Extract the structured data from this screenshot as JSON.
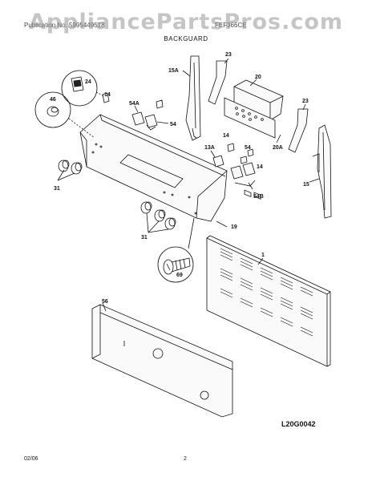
{
  "header": {
    "publication": "Publication No. 5995449518",
    "model": "FEF366CE",
    "watermark": "AppliancePartsPros.com"
  },
  "section_title": "BACKGUARD",
  "diagram_code": "L20G0042",
  "footer": {
    "date": "02/06",
    "page": "2"
  },
  "callouts": [
    "24",
    "14",
    "46",
    "54A",
    "54",
    "15A",
    "23",
    "20",
    "20A",
    "23",
    "13A",
    "14",
    "54",
    "14",
    "54B",
    "15",
    "31",
    "31",
    "19",
    "1",
    "69",
    "56"
  ]
}
